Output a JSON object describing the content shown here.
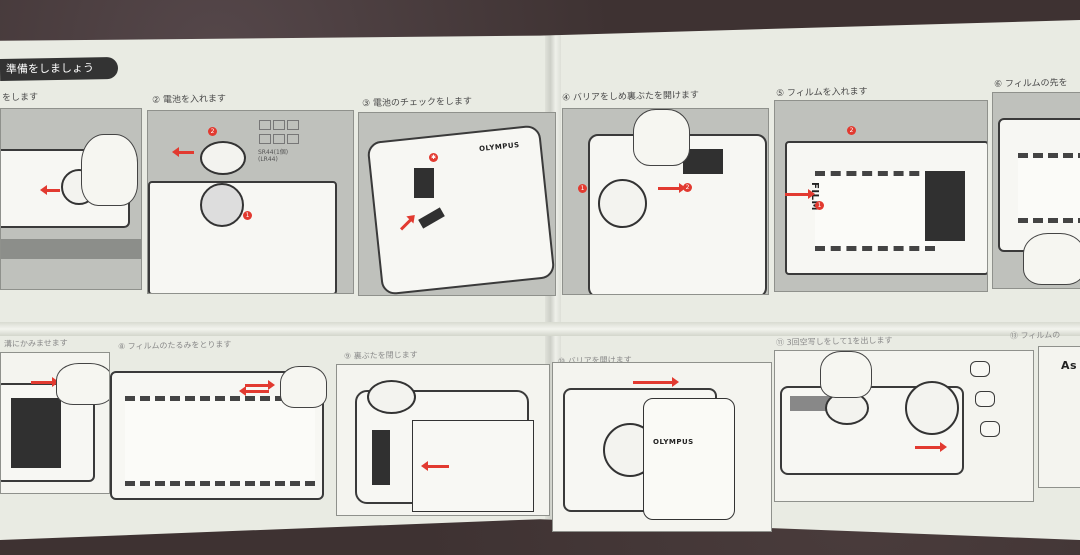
{
  "section_title": "準備をしましょう",
  "top_steps": [
    {
      "caption": "をします"
    },
    {
      "caption": "② 電池を入れます"
    },
    {
      "caption": "③ 電池のチェックをします"
    },
    {
      "caption": "④ バリアをしめ裏ぶたを開けます"
    },
    {
      "caption": "⑤ フィルムを入れます"
    },
    {
      "caption": "⑥ フィルムの先を"
    }
  ],
  "bottom_steps": [
    {
      "caption": "溝にかみませます"
    },
    {
      "caption": "⑧ フィルムのたるみをとります"
    },
    {
      "caption": "⑨ 裏ぶたを閉じます"
    },
    {
      "caption": "⑩ バリアを開けます"
    },
    {
      "caption": "⑪ 3回空写しをして1を出します"
    },
    {
      "caption": "⑬ フィルムの"
    }
  ],
  "battery_label_1": "SR44(1個)",
  "battery_label_2": "(LR44)",
  "brand": "OLYMPUS",
  "film_text": "FILM",
  "corner_text": "As",
  "accent_color": "#e23a30"
}
